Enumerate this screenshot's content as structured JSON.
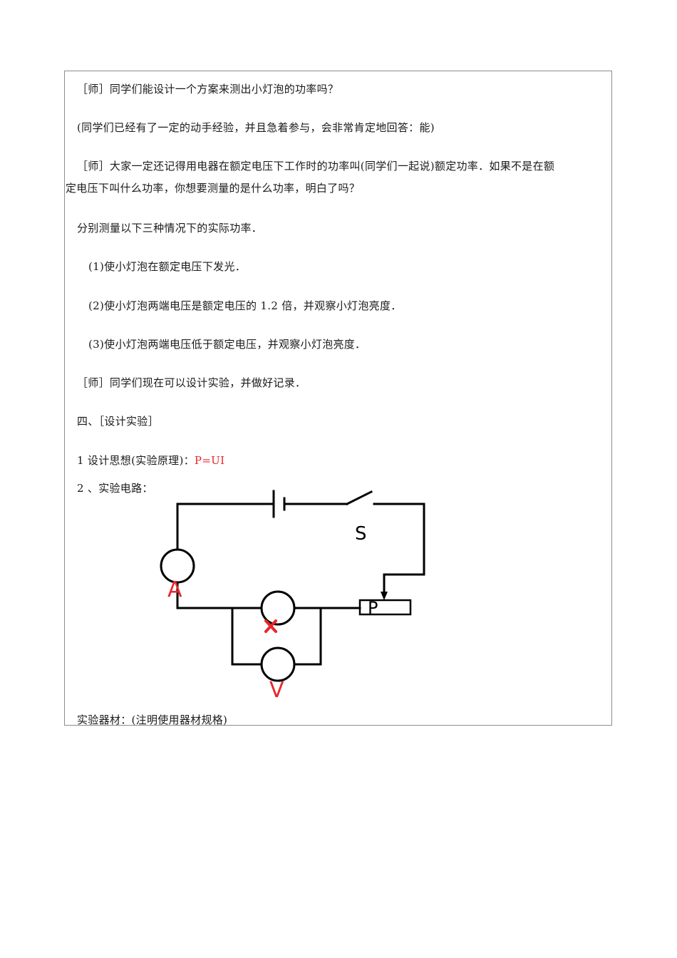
{
  "content": {
    "p1": "［师］同学们能设计一个方案来测出小灯泡的功率吗？",
    "p2": "(同学们已经有了一定的动手经验，并且急着参与，会非常肯定地回答：能)",
    "p3_line1": "［师］大家一定还记得用电器在额定电压下工作时的功率叫(同学们一起说)额定功率．如果不是在额",
    "p3_line2": "定电压下叫什么功率，你想要测量的是什么功率，明白了吗？",
    "p4": "分别测量以下三种情况下的实际功率．",
    "items": [
      "(1)使小灯泡在额定电压下发光．",
      "(2)使小灯泡两端电压是额定电压的 1.2 倍，并观察小灯泡亮度．",
      "(3)使小灯泡两端电压低于额定电压，并观察小灯泡亮度．"
    ],
    "p5": "［师］同学们现在可以设计实验，并做好记录．",
    "section4": "四、［设计实验］",
    "design_idea_prefix": "1 设计思想(实验原理)：",
    "design_idea_formula": "P=UI",
    "circuit_label": "2 、实验电路：",
    "equipment": "实验器材：(注明使用器材规格)"
  },
  "circuit": {
    "switch_label": "S",
    "ammeter_label": "A",
    "voltmeter_label": "V",
    "rheostat_label": "P",
    "lamp_mark": "×"
  },
  "colors": {
    "meter_label": "#e8262b",
    "wire": "#000000",
    "frame_border": "#8c8c8c"
  }
}
